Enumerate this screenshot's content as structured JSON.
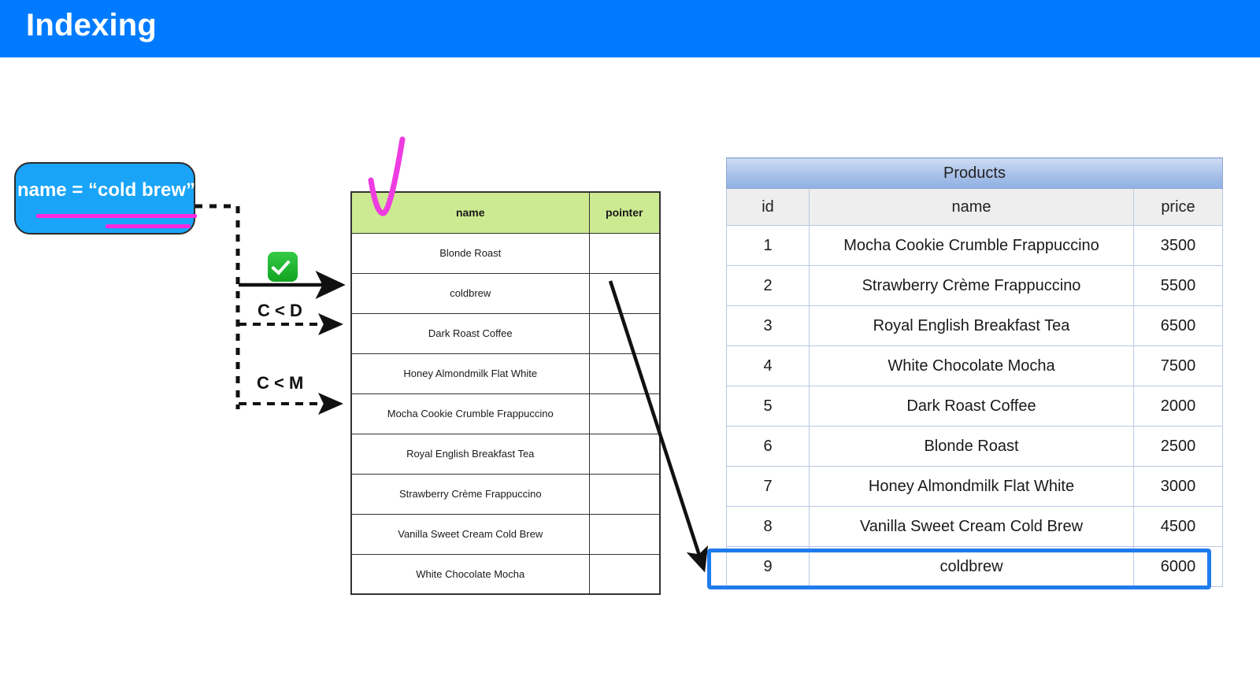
{
  "header": {
    "title": "Indexing",
    "bar_color": "#007bff"
  },
  "query_box": {
    "text": "name = “cold brew”",
    "fill_color": "#19a4f7",
    "underline_color": "#ff29e0"
  },
  "index_table": {
    "header_color": "#ccea91",
    "columns": [
      "name",
      "pointer"
    ],
    "rows": [
      {
        "name": "Blonde Roast",
        "pointer": ""
      },
      {
        "name": "coldbrew",
        "pointer": ""
      },
      {
        "name": "Dark Roast Coffee",
        "pointer": ""
      },
      {
        "name": "Honey Almondmilk Flat White",
        "pointer": ""
      },
      {
        "name": "Mocha Cookie Crumble Frappuccino",
        "pointer": ""
      },
      {
        "name": "Royal English Breakfast Tea",
        "pointer": ""
      },
      {
        "name": "Strawberry Crème Frappuccino",
        "pointer": ""
      },
      {
        "name": "Vanilla Sweet Cream Cold Brew",
        "pointer": ""
      },
      {
        "name": "White Chocolate Mocha",
        "pointer": ""
      }
    ]
  },
  "products_table": {
    "title": "Products",
    "columns": [
      "id",
      "name",
      "price"
    ],
    "title_color": "#a8c0e8",
    "highlight_color": "#1f7ced",
    "rows": [
      {
        "id": "1",
        "name": "Mocha Cookie Crumble Frappuccino",
        "price": "3500"
      },
      {
        "id": "2",
        "name": "Strawberry Crème Frappuccino",
        "price": "5500"
      },
      {
        "id": "3",
        "name": "Royal English Breakfast Tea",
        "price": "6500"
      },
      {
        "id": "4",
        "name": "White Chocolate Mocha",
        "price": "7500"
      },
      {
        "id": "5",
        "name": "Dark Roast Coffee",
        "price": "2000"
      },
      {
        "id": "6",
        "name": "Blonde Roast",
        "price": "2500"
      },
      {
        "id": "7",
        "name": "Honey Almondmilk Flat White",
        "price": "3000"
      },
      {
        "id": "8",
        "name": "Vanilla Sweet Cream Cold Brew",
        "price": "4500"
      },
      {
        "id": "9",
        "name": "coldbrew",
        "price": "6000"
      }
    ],
    "highlighted_row_index": 8
  },
  "annotations": {
    "check_badge": "✅",
    "comparison_labels": [
      "C < D",
      "C < M"
    ],
    "marker_color": "#ff29e0"
  }
}
